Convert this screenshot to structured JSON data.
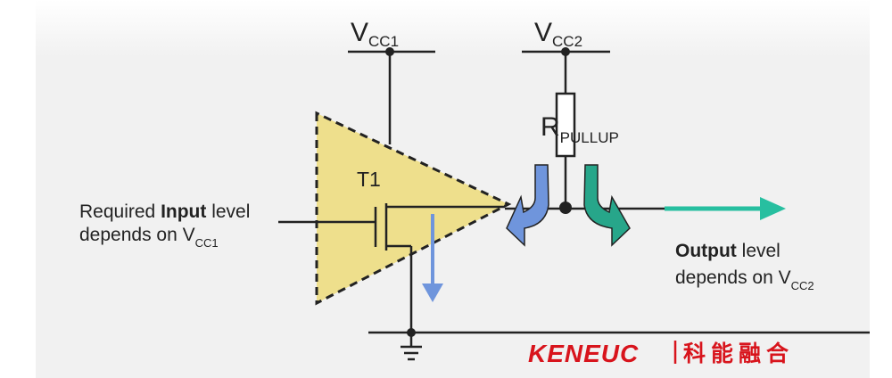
{
  "supplies": {
    "vcc1_main": "V",
    "vcc1_sub": "CC1",
    "vcc2_main": "V",
    "vcc2_sub": "CC2"
  },
  "resistor": {
    "main": "R",
    "sub": "PULLUP"
  },
  "transistor": {
    "label": "T1"
  },
  "input_label": {
    "line1_pre": "Required ",
    "line1_bold": "Input",
    "line1_post": " level",
    "line2_pre": "depends on V",
    "line2_sub": "CC1"
  },
  "output_label": {
    "line1_bold": "Output",
    "line1_post": " level",
    "line2_pre": "depends on V",
    "line2_sub": "CC2"
  },
  "brand": {
    "wordmark": "KENEUC",
    "chinese": "科能融合"
  },
  "colors": {
    "background": "#f1f1f1",
    "buffer_fill": "#eedf8c",
    "blue_arrow": "#6f95dc",
    "green_arrow": "#27a68a",
    "brand_red": "#d8141c",
    "wire": "#222222"
  }
}
